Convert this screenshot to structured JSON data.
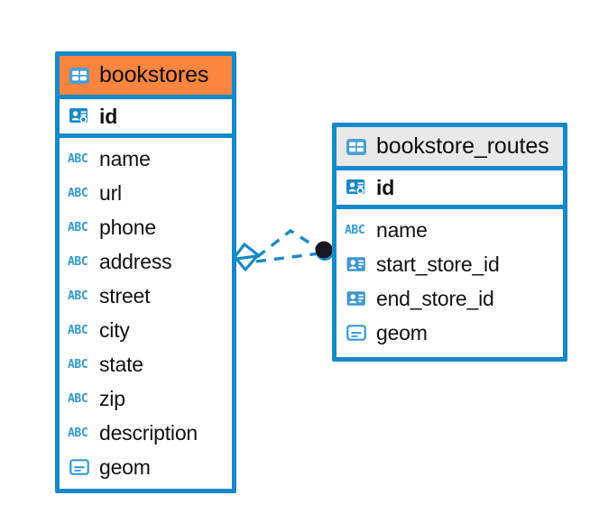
{
  "diagram": {
    "type": "entity-relationship-diagram",
    "background": "#ffffff",
    "accent_color": "#1689ca",
    "highlight_color": "#f9853f",
    "neutral_header_color": "#e9e9e9"
  },
  "entities": [
    {
      "name": "bookstores",
      "header_style": "accent",
      "table_icon": "table-icon",
      "primary_key": {
        "label": "id",
        "icon": "primary-key-icon"
      },
      "fields": [
        {
          "label": "name",
          "icon": "text-type-icon",
          "icon_text": "ABC"
        },
        {
          "label": "url",
          "icon": "text-type-icon",
          "icon_text": "ABC"
        },
        {
          "label": "phone",
          "icon": "text-type-icon",
          "icon_text": "ABC"
        },
        {
          "label": "address",
          "icon": "text-type-icon",
          "icon_text": "ABC"
        },
        {
          "label": "street",
          "icon": "text-type-icon",
          "icon_text": "ABC"
        },
        {
          "label": "city",
          "icon": "text-type-icon",
          "icon_text": "ABC"
        },
        {
          "label": "state",
          "icon": "text-type-icon",
          "icon_text": "ABC"
        },
        {
          "label": "zip",
          "icon": "text-type-icon",
          "icon_text": "ABC"
        },
        {
          "label": "description",
          "icon": "text-type-icon",
          "icon_text": "ABC"
        },
        {
          "label": "geom",
          "icon": "geometry-type-icon",
          "icon_text": ""
        }
      ]
    },
    {
      "name": "bookstore_routes",
      "header_style": "neutral",
      "table_icon": "table-icon",
      "primary_key": {
        "label": "id",
        "icon": "primary-key-icon"
      },
      "fields": [
        {
          "label": "name",
          "icon": "text-type-icon",
          "icon_text": "ABC"
        },
        {
          "label": "start_store_id",
          "icon": "foreign-key-icon",
          "icon_text": ""
        },
        {
          "label": "end_store_id",
          "icon": "foreign-key-icon",
          "icon_text": ""
        },
        {
          "label": "geom",
          "icon": "geometry-type-icon",
          "icon_text": ""
        }
      ]
    }
  ],
  "relationship": {
    "style": "dashed",
    "color": "#1689ca",
    "source_marker": "many-crowsfoot-marker",
    "target_marker": "one-filled-circle-marker",
    "target_marker_color": "#16161e"
  }
}
